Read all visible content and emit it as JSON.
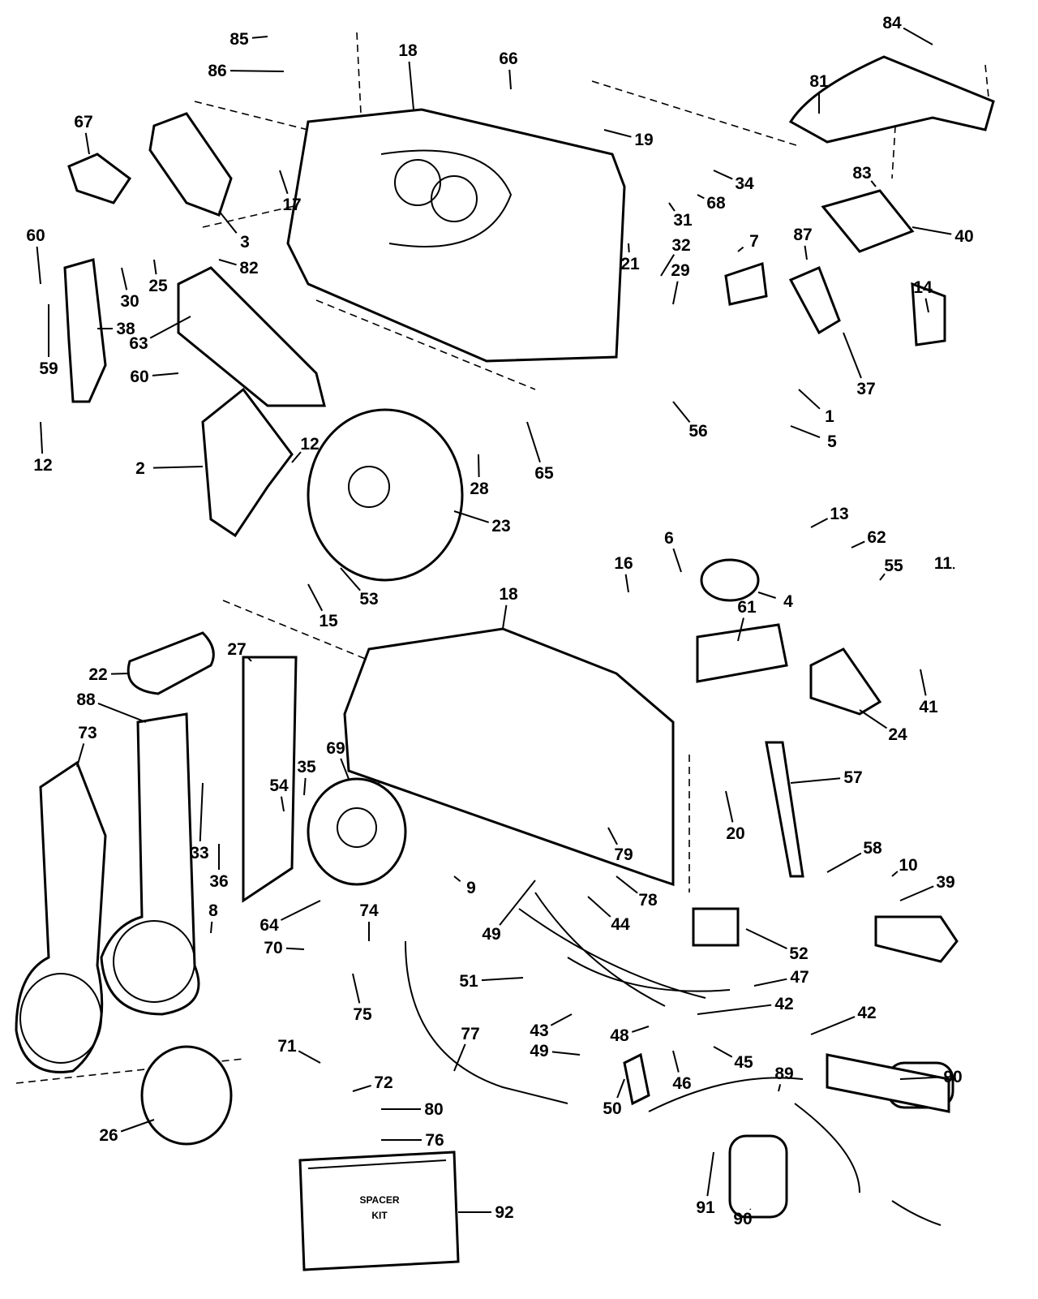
{
  "diagram": {
    "callouts": [
      "85",
      "86",
      "18",
      "66",
      "84",
      "81",
      "67",
      "19",
      "34",
      "68",
      "31",
      "83",
      "40",
      "60",
      "3",
      "17",
      "82",
      "21",
      "32",
      "29",
      "7",
      "87",
      "14",
      "30",
      "25",
      "38",
      "59",
      "63",
      "60",
      "37",
      "1",
      "5",
      "56",
      "65",
      "28",
      "12",
      "2",
      "12",
      "23",
      "13",
      "62",
      "6",
      "16",
      "55",
      "11",
      "4",
      "53",
      "15",
      "18",
      "61",
      "22",
      "27",
      "41",
      "24",
      "88",
      "73",
      "69",
      "57",
      "35",
      "54",
      "33",
      "20",
      "36",
      "58",
      "10",
      "39",
      "9",
      "78",
      "79",
      "64",
      "74",
      "49",
      "44",
      "8",
      "70",
      "52",
      "47",
      "51",
      "42",
      "75",
      "42",
      "43",
      "48",
      "49",
      "77",
      "45",
      "46",
      "71",
      "72",
      "89",
      "90",
      "50",
      "80",
      "26",
      "76",
      "92",
      "91",
      "90"
    ],
    "spacer_kit": {
      "line1": "SPACER",
      "line2": "KIT"
    }
  }
}
